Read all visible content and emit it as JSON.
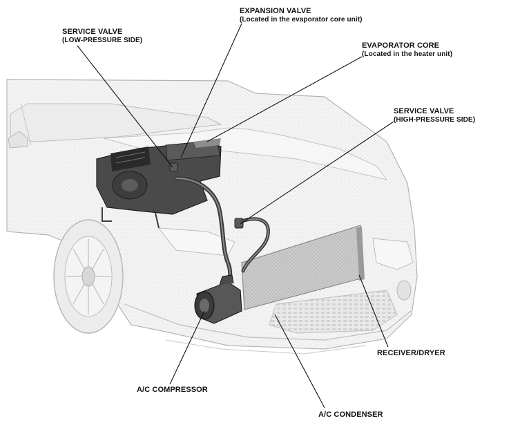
{
  "labels": {
    "expansion_valve": {
      "title": "EXPANSION VALVE",
      "note": "(Located in the evaporator core unit)"
    },
    "service_valve_low": {
      "title": "SERVICE VALVE",
      "note": "(LOW-PRESSURE SIDE)"
    },
    "evaporator_core": {
      "title": "EVAPORATOR CORE",
      "note": "(Located in the heater unit)"
    },
    "service_valve_high": {
      "title": "SERVICE VALVE",
      "note": "(HIGH-PRESSURE SIDE)"
    },
    "receiver_dryer": {
      "title": "RECEIVER/DRYER"
    },
    "ac_compressor": {
      "title": "A/C COMPRESSOR"
    },
    "ac_condenser": {
      "title": "A/C CONDENSER"
    }
  },
  "colors": {
    "ink": "#111111",
    "body_fill": "#f1f1f1",
    "body_line": "#b9b9b9",
    "dark_part": "#3a3a3a",
    "condenser_fill": "#c9c9c9"
  }
}
